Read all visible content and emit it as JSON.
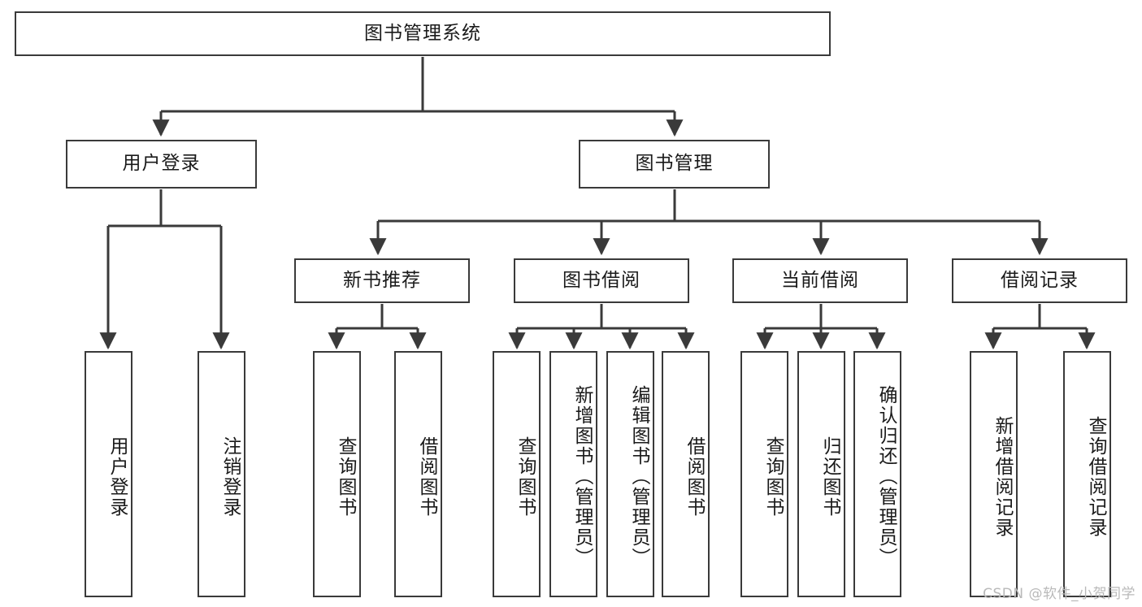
{
  "diagram": {
    "title": "图书管理系统",
    "type": "tree-hierarchy-diagram",
    "root": {
      "label": "图书管理系统"
    },
    "level2": [
      {
        "label": "用户登录"
      },
      {
        "label": "图书管理"
      }
    ],
    "level3": [
      {
        "label": "新书推荐"
      },
      {
        "label": "图书借阅"
      },
      {
        "label": "当前借阅"
      },
      {
        "label": "借阅记录"
      }
    ],
    "leaves": {
      "user_login": [
        {
          "label": "用户登录"
        },
        {
          "label": "注销登录"
        }
      ],
      "new_book_recommend": [
        {
          "label": "查询图书"
        },
        {
          "label": "借阅图书"
        }
      ],
      "book_borrow": [
        {
          "label": "查询图书"
        },
        {
          "label": "新增图书（管理员）"
        },
        {
          "label": "编辑图书（管理员）"
        },
        {
          "label": "借阅图书"
        }
      ],
      "current_borrow": [
        {
          "label": "查询图书"
        },
        {
          "label": "归还图书"
        },
        {
          "label": "确认归还（管理员）"
        }
      ],
      "borrow_record": [
        {
          "label": "新增借阅记录"
        },
        {
          "label": "查询借阅记录"
        }
      ]
    }
  },
  "watermark": {
    "text": "CSDN @软件_小贺同学"
  },
  "colors": {
    "stroke": "#3a3a3a",
    "text": "#1a1a1a",
    "background": "#ffffff",
    "watermark": "#b9b9b9"
  }
}
